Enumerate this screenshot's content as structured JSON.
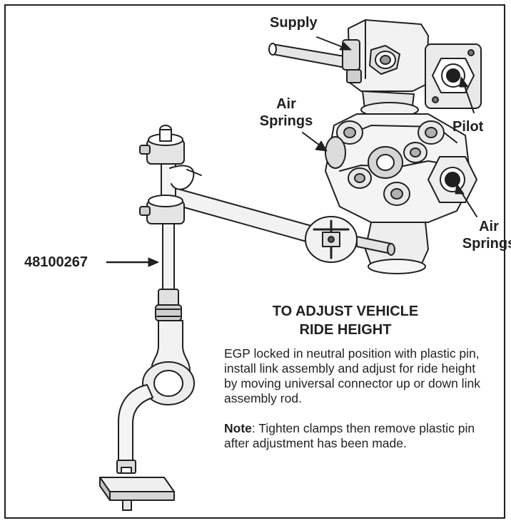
{
  "callouts": {
    "supply": "Supply",
    "air_springs_top": [
      "Air",
      "Springs"
    ],
    "pilot": "Pilot",
    "air_springs_bottom": [
      "Air",
      "Springs"
    ],
    "part_number": "48100267"
  },
  "instructions": {
    "heading": [
      "TO ADJUST VEHICLE",
      "RIDE HEIGHT"
    ],
    "paragraph": "EGP locked in neutral position with plastic pin, install link assembly and adjust for ride height by moving universal connector up or down link assembly rod.",
    "note_label": "Note",
    "note_text": ": Tighten clamps then remove plastic pin after adjustment has been made."
  }
}
